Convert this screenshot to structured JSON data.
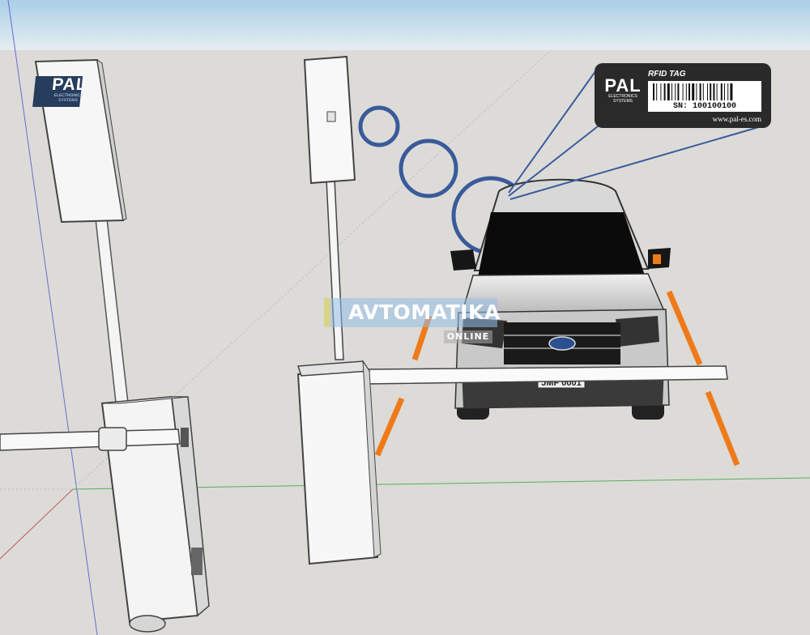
{
  "sign_left": {
    "brand": "PAL",
    "brand_sub_line1": "ELECTRONICS",
    "brand_sub_line2": "SYSTEMS"
  },
  "rfid_tag": {
    "title": "RFID TAG",
    "brand": "PAL",
    "brand_sub_line1": "ELECTRONICS",
    "brand_sub_line2": "SYSTEMS",
    "serial": "SN: 100100100",
    "website": "www.pal-es.com"
  },
  "car": {
    "plate": "JMF 0001"
  },
  "watermark": {
    "main": "AVTOMATIKA",
    "sub": "ONLINE"
  },
  "colors": {
    "sky_top": "#b5d5ea",
    "ground": "#dcdbd8",
    "rfid_wave": "#3a5a9a",
    "lane_marker": "#ee7a1a",
    "tag_background": "#2a2a2a"
  }
}
